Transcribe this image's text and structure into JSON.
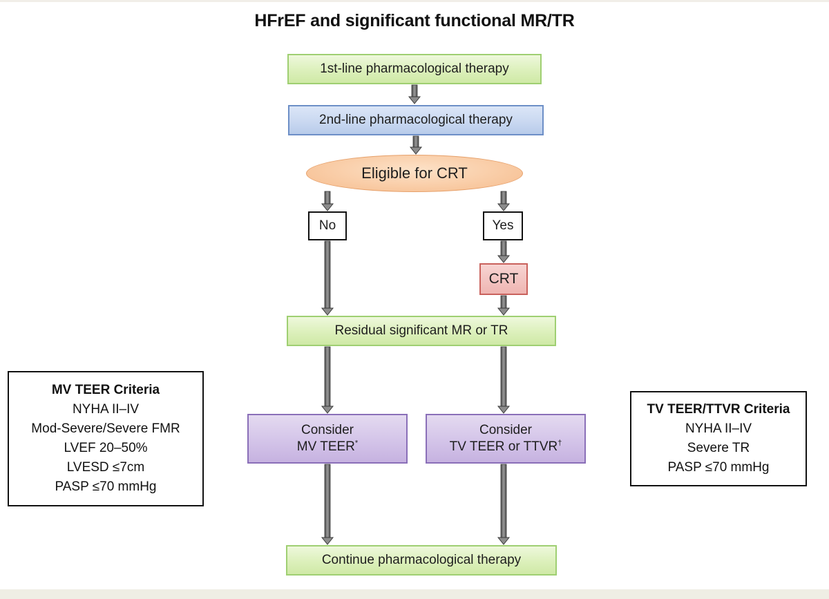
{
  "title": "HFrEF and significant functional MR/TR",
  "nodes": {
    "first_line": "1st-line pharmacological therapy",
    "second_line": "2nd-line pharmacological therapy",
    "eligible_crt": "Eligible for CRT",
    "no": "No",
    "yes": "Yes",
    "crt": "CRT",
    "residual": "Residual significant MR or TR",
    "consider_mv": {
      "line1": "Consider",
      "line2": "MV TEER",
      "mark": "*"
    },
    "consider_tv": {
      "line1": "Consider",
      "line2": "TV TEER or TTVR",
      "mark": "†"
    },
    "continue": "Continue pharmacological therapy"
  },
  "mv_criteria": {
    "header": "MV TEER Criteria",
    "items": [
      "NYHA II–IV",
      "Mod-Severe/Severe FMR",
      "LVEF 20–50%",
      "LVESD ≤7cm",
      "PASP ≤70 mmHg"
    ]
  },
  "tv_criteria": {
    "header": "TV TEER/TTVR Criteria",
    "items": [
      "NYHA II–IV",
      "Severe TR",
      "PASP ≤70 mmHg"
    ]
  },
  "colors": {
    "green": "#d9efb6",
    "blue": "#c8d7f0",
    "orange": "#f8c79e",
    "red": "#efb5b2",
    "purple": "#d2c2e8"
  }
}
